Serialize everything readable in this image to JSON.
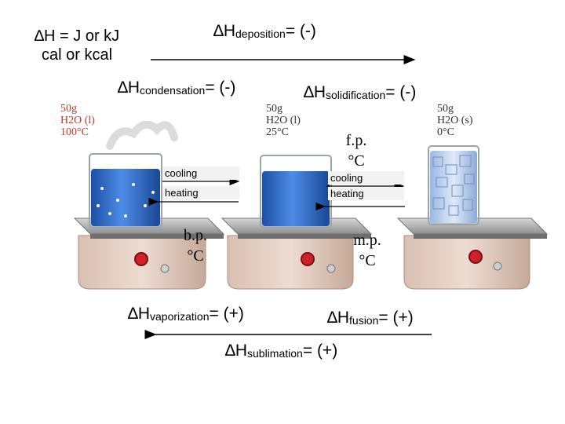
{
  "units": {
    "line1": "∆H = J or kJ",
    "line2": "cal or kcal"
  },
  "deposition": {
    "prefix": "∆H",
    "sub": "deposition",
    "suffix": "= (-)"
  },
  "condensation": {
    "prefix": "∆H",
    "sub": "condensation",
    "suffix": "= (-)"
  },
  "solidification": {
    "prefix": "∆H",
    "sub": "solidification",
    "suffix": "= (-)"
  },
  "vaporization": {
    "prefix": "∆H",
    "sub": "vaporization",
    "suffix": "= (+)"
  },
  "fusion": {
    "prefix": "∆H",
    "sub": "fusion",
    "suffix": "= (+)"
  },
  "sublimation": {
    "prefix": "∆H",
    "sub": "sublimation",
    "suffix": "= (+)"
  },
  "beakers": [
    {
      "mass": "50g",
      "formula": "H2O (l)",
      "temp": "100°C",
      "color": "#c0392b"
    },
    {
      "mass": "50g",
      "formula": "H2O (l)",
      "temp": "25°C",
      "color": "#333333"
    },
    {
      "mass": "50g",
      "formula": "H2O (s)",
      "temp": "0°C",
      "color": "#333333"
    }
  ],
  "boxes": {
    "left": {
      "cooling": "cooling",
      "heating": "heating"
    },
    "right": {
      "cooling": "cooling",
      "heating": "heating"
    }
  },
  "points": {
    "fp": {
      "line1": "f.p.",
      "line2": "°C"
    },
    "bp": {
      "line1": "b.p.",
      "line2": "°C"
    },
    "mp": {
      "line1": "m.p.",
      "line2": "°C"
    }
  },
  "colors": {
    "plate": "#e8d3c8",
    "plate_dark": "#c9b0a2",
    "top": "#b5b5b5",
    "water": "#2f6fd1",
    "ice": "#bcd2f0",
    "knob": "#d0202a"
  }
}
